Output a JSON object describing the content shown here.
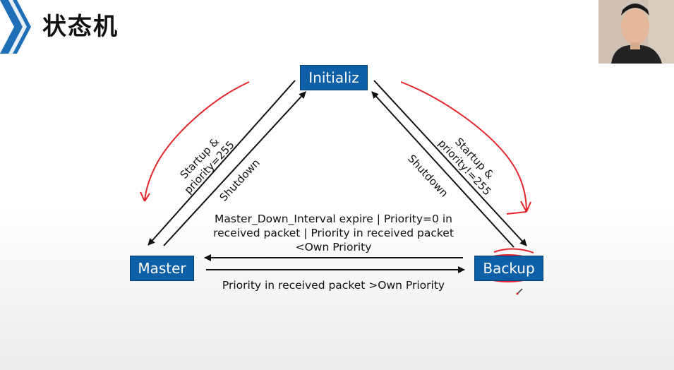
{
  "page": {
    "title": "状态机"
  },
  "states": {
    "initialize": "Initializ",
    "master": "Master",
    "backup": "Backup"
  },
  "transitions": {
    "init_to_master": [
      "Startup &",
      "priority=255"
    ],
    "master_to_init": "Shutdown",
    "init_to_backup": [
      "Startup &",
      "priority!=255"
    ],
    "backup_to_init": "Shutdown",
    "master_to_backup": [
      "Master_Down_Interval expire | Priority=0 in",
      "received packet | Priority in received packet",
      "<Own Priority"
    ],
    "backup_to_master": "Priority in received packet >Own Priority"
  },
  "colors": {
    "accent": "#0d5fa8",
    "chevron": "#1f6fb8",
    "annotation": "#e2262b"
  },
  "icons": {
    "header": "chevron-icon",
    "cursor": "pen-cursor-icon"
  }
}
